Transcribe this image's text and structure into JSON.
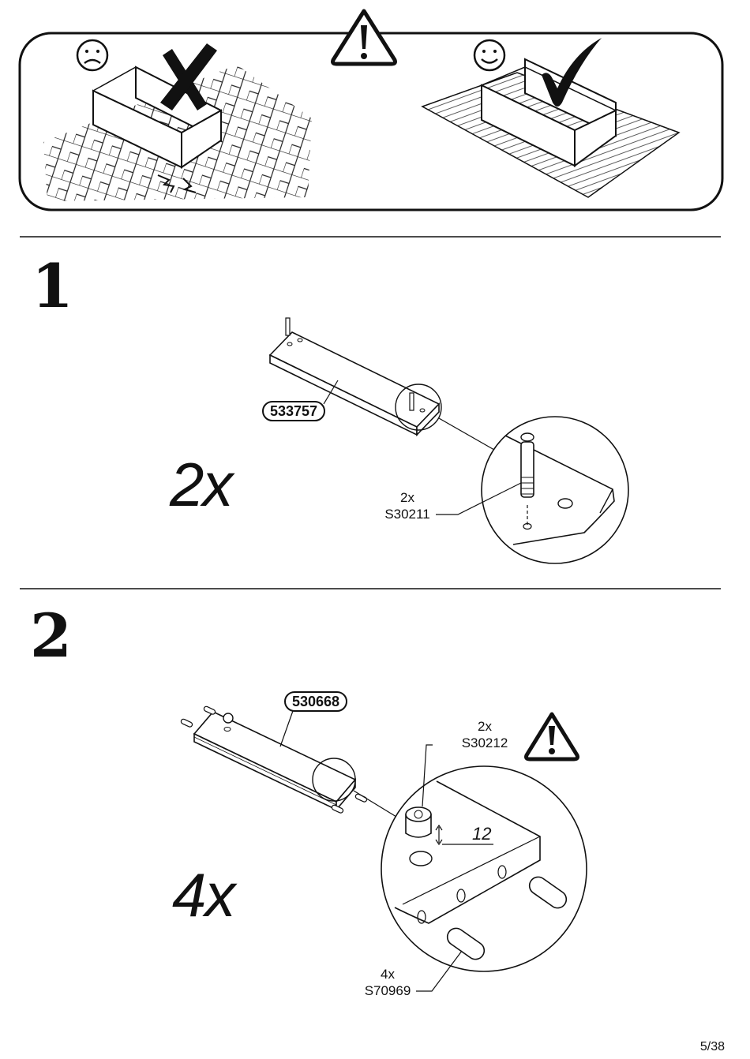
{
  "page": {
    "number": "5/38"
  },
  "warning_panel": {
    "icons": [
      "sad-face-icon",
      "warning-triangle-icon",
      "happy-face-icon",
      "checkmark-icon",
      "cross-mark-icon"
    ]
  },
  "steps": [
    {
      "number": "1",
      "quantity": "2x",
      "part_number": "533757",
      "fitting": {
        "qty": "2x",
        "code": "S30211"
      }
    },
    {
      "number": "2",
      "quantity": "4x",
      "part_number": "530668",
      "fitting_a": {
        "qty": "2x",
        "code": "S30212"
      },
      "fitting_b": {
        "qty": "4x",
        "code": "S70969"
      },
      "dimension": "12"
    }
  ]
}
